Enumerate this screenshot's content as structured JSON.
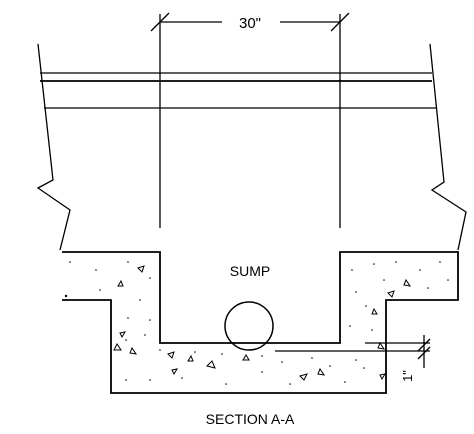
{
  "drawing": {
    "dimension_top": "30\"",
    "label_sump": "SUMP",
    "dimension_side": "1\"",
    "caption": "SECTION A-A"
  },
  "colors": {
    "line": "#000000",
    "background": "#ffffff"
  }
}
